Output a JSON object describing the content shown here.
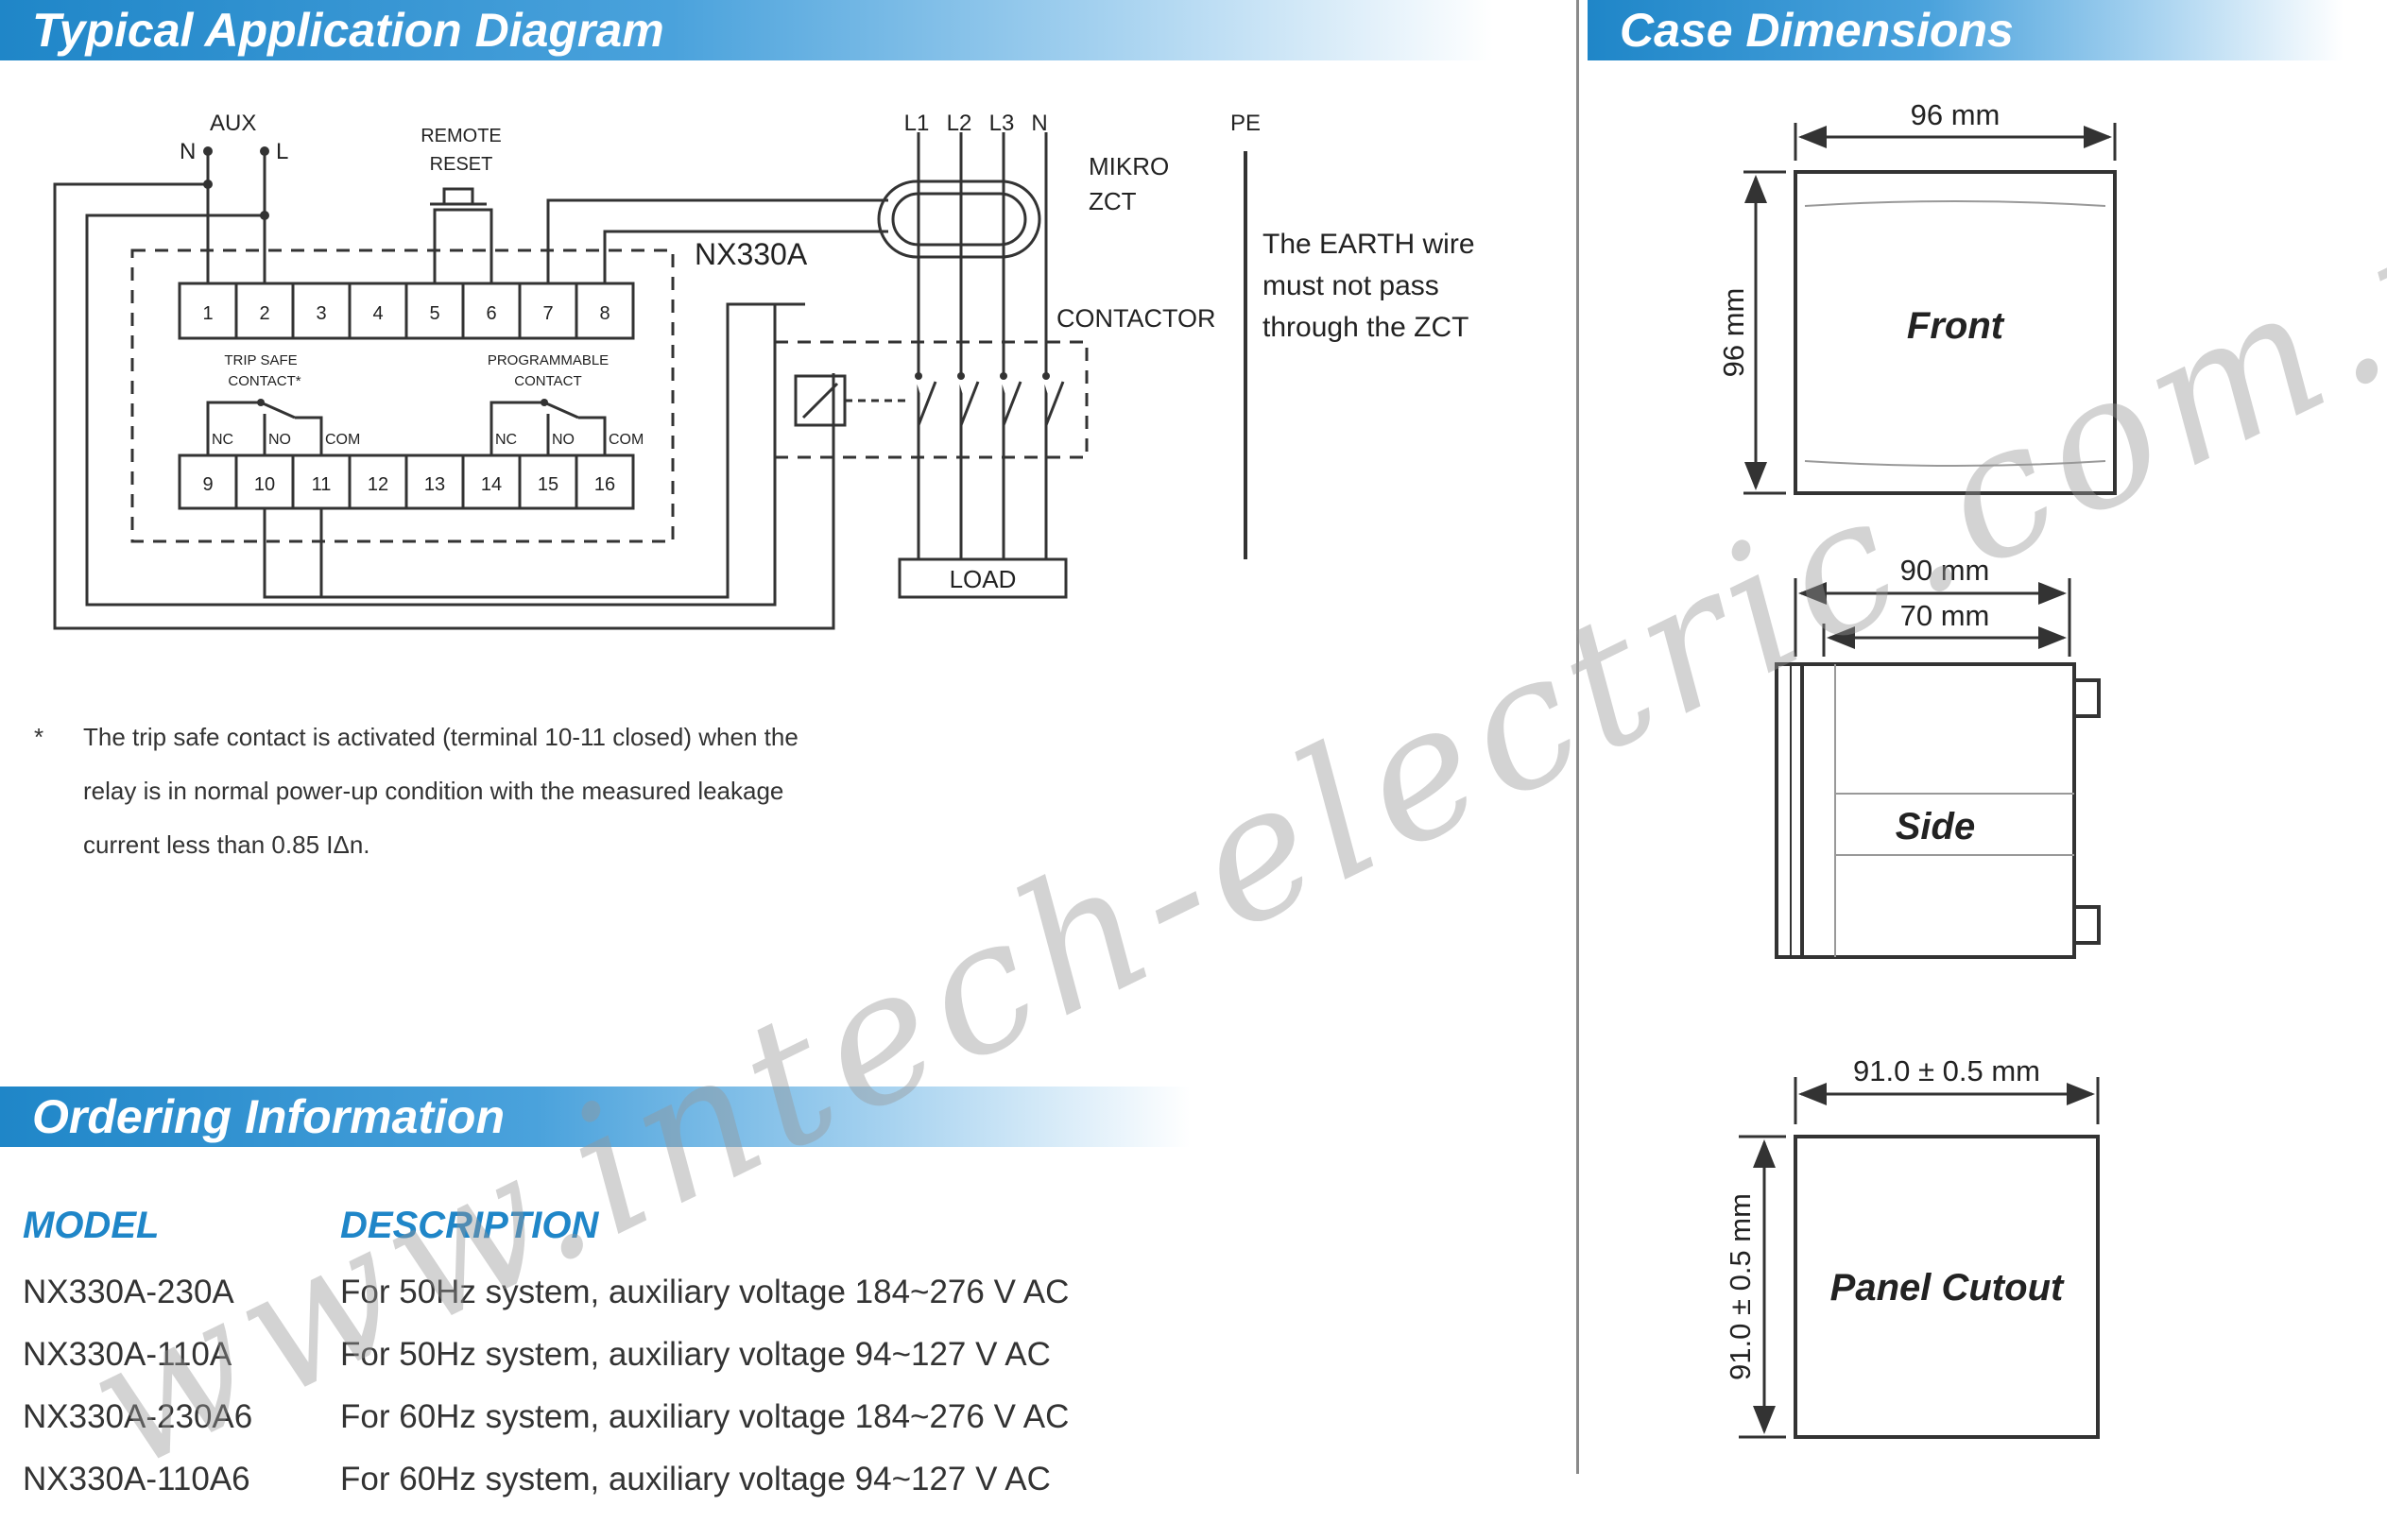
{
  "sections": {
    "application_title": "Typical Application Diagram",
    "case_title": "Case Dimensions",
    "ordering_title": "Ordering Information"
  },
  "diagram": {
    "aux": "AUX",
    "n": "N",
    "l": "L",
    "remote_reset_line1": "REMOTE",
    "remote_reset_line2": "RESET",
    "model": "NX330A",
    "top_terminals": [
      "1",
      "2",
      "3",
      "4",
      "5",
      "6",
      "7",
      "8"
    ],
    "bottom_terminals": [
      "9",
      "10",
      "11",
      "12",
      "13",
      "14",
      "15",
      "16"
    ],
    "trip_safe_line1": "TRIP SAFE",
    "trip_safe_line2": "CONTACT*",
    "programmable_line1": "PROGRAMMABLE",
    "programmable_line2": "CONTACT",
    "nc": "NC",
    "no": "NO",
    "com": "COM",
    "l1": "L1",
    "l2": "L2",
    "l3": "L3",
    "n_phase": "N",
    "pe": "PE",
    "mikro": "MIKRO",
    "zct": "ZCT",
    "contactor": "CONTACTOR",
    "load": "LOAD",
    "earth_line1": "The EARTH wire",
    "earth_line2": "must not pass",
    "earth_line3": "through the ZCT"
  },
  "note": {
    "marker": "*",
    "text": "The trip safe contact is activated (terminal 10-11 closed) when the relay is in normal power-up condition with the measured leakage current less than 0.85 IΔn."
  },
  "case": {
    "front_width": "96 mm",
    "front_height": "96 mm",
    "front_label": "Front",
    "side_width_outer": "90 mm",
    "side_width_inner": "70 mm",
    "side_label": "Side",
    "cutout_width": "91.0 ± 0.5 mm",
    "cutout_height": "91.0 ± 0.5 mm",
    "cutout_label": "Panel Cutout"
  },
  "ordering": {
    "head_model": "MODEL",
    "head_description": "DESCRIPTION",
    "rows": [
      {
        "model": "NX330A-230A",
        "description": "For 50Hz system, auxiliary voltage 184~276 V AC"
      },
      {
        "model": "NX330A-110A",
        "description": "For 50Hz system, auxiliary voltage 94~127 V AC"
      },
      {
        "model": "NX330A-230A6",
        "description": "For 60Hz system, auxiliary voltage 184~276 V AC"
      },
      {
        "model": "NX330A-110A6",
        "description": "For 60Hz system, auxiliary voltage 94~127 V AC"
      }
    ]
  },
  "watermark": "www.intech-electric.com.my"
}
